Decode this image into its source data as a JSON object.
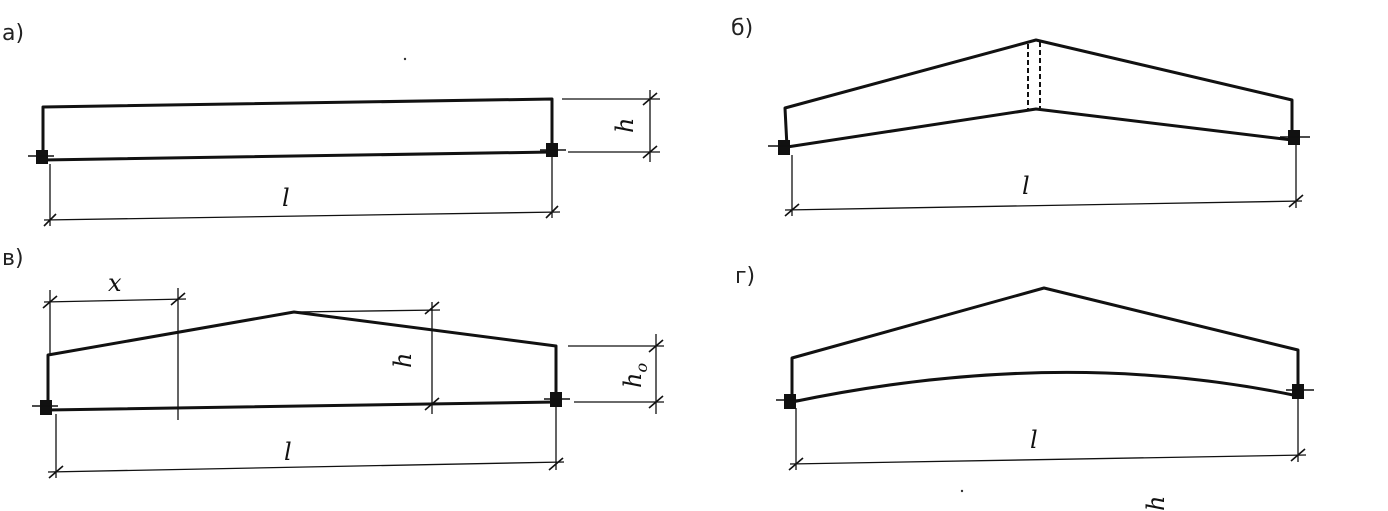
{
  "panels": {
    "a": {
      "label": "а)",
      "dim_span": "l",
      "dim_height": "h"
    },
    "b": {
      "label": "б)",
      "dim_span": "l"
    },
    "v": {
      "label": "в)",
      "dim_span": "l",
      "dim_height": "h",
      "dim_end_height": "h",
      "dim_end_sub": "o",
      "dim_x": "x"
    },
    "g": {
      "label": "г)",
      "dim_span": "l"
    }
  },
  "stray_text": "h"
}
